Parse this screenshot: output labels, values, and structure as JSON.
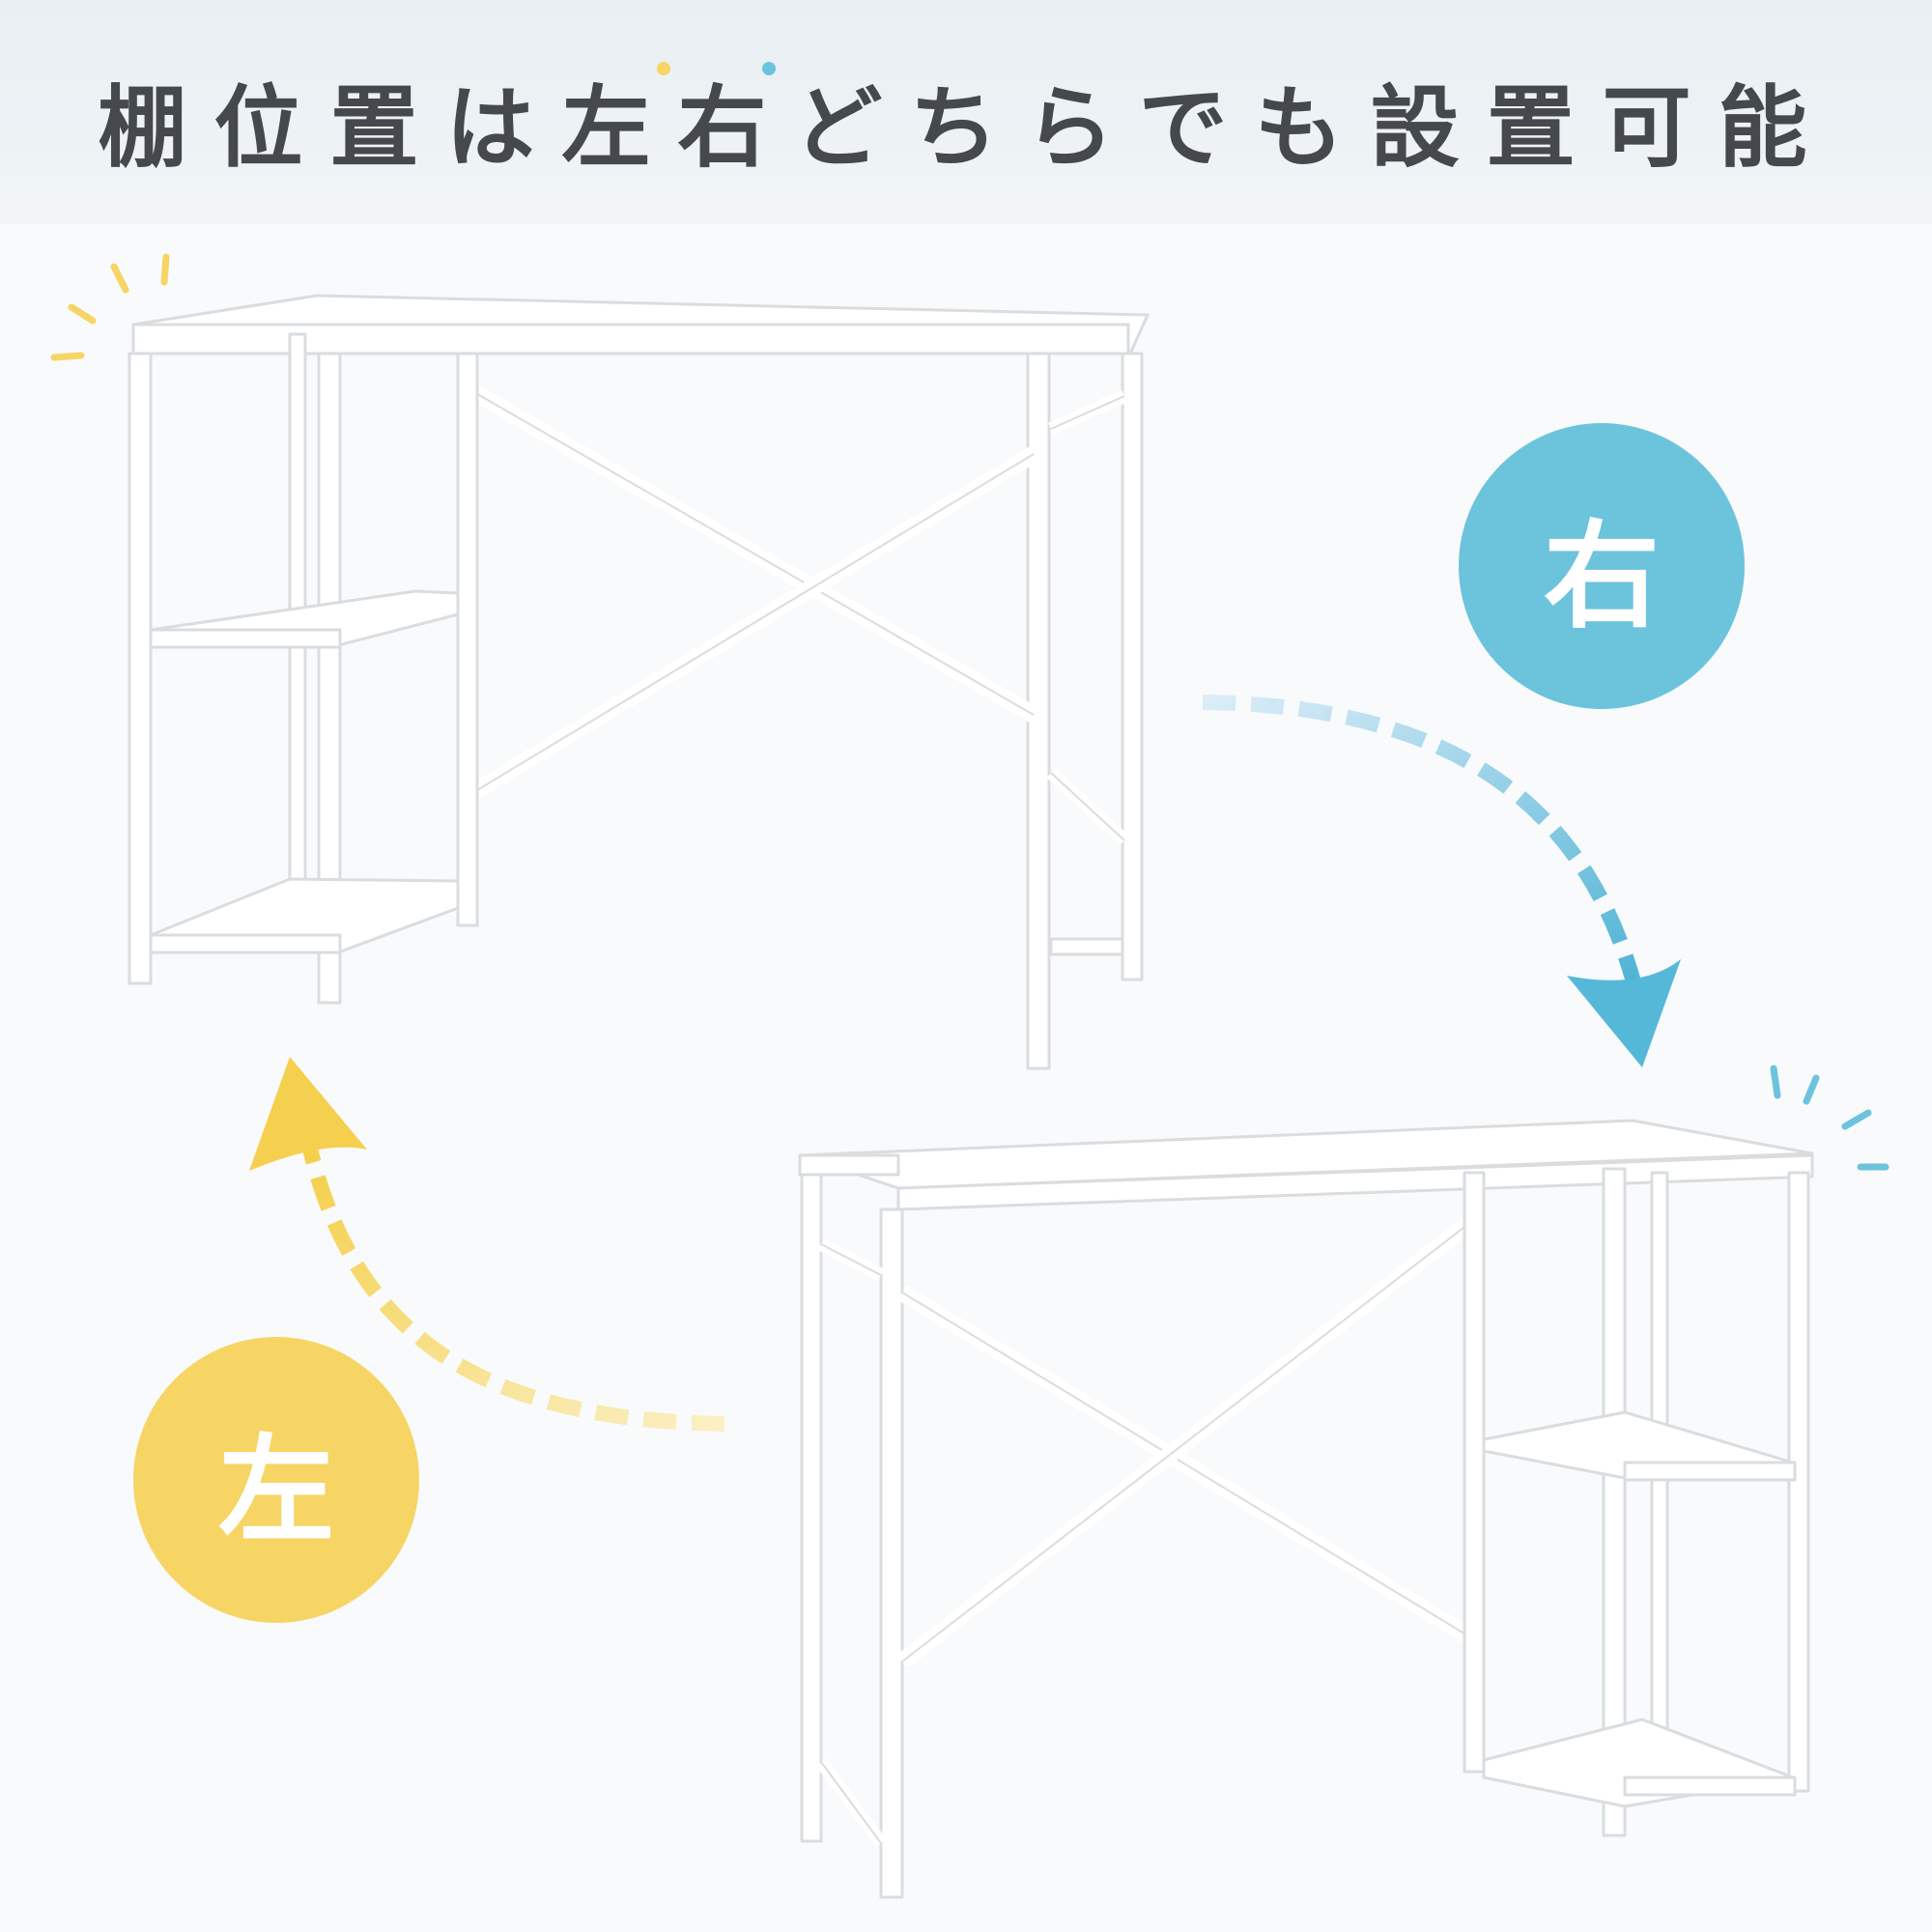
{
  "header": {
    "title": "棚位置は左右どちらでも設置可能"
  },
  "badges": {
    "right": "右",
    "left": "左"
  },
  "colors": {
    "header_text": "#45484d",
    "right_accent": "#6cc3dc",
    "left_accent": "#f6d565",
    "background": "#f8fafb"
  },
  "images": {
    "desk_top": "white desk with shelves on the left side",
    "desk_bottom": "white desk with shelves on the right side"
  }
}
